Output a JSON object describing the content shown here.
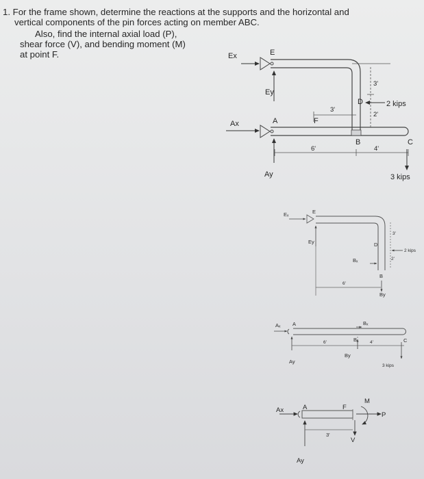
{
  "problem": {
    "line1": "1. For the frame shown, determine the reactions at the supports and the horizontal and",
    "line2": "vertical components of the pin forces acting on member ABC.",
    "line3": "Also, find the internal axial load (P),",
    "line4": "shear force (V), and bending moment (M)",
    "line5": "at point F."
  },
  "diagram1": {
    "ex": "Ex",
    "e": "E",
    "ey": "Ey",
    "ax": "Ax",
    "a": "A",
    "f": "F",
    "ay": "Ay",
    "d": "D",
    "b": "B",
    "c": "C",
    "dim_3_top": "3'",
    "dim_3_mid": "3'",
    "dim_2": "2'",
    "dim_6": "6'",
    "dim_4": "4'",
    "load_2": "2 kips",
    "load_3": "3 kips"
  },
  "diagram2": {
    "ex": "Eₓ",
    "e": "E",
    "ey": "Ey",
    "bx": "Bₓ",
    "d": "D",
    "b": "B",
    "by": "By",
    "dim_3": "3'",
    "dim_2": "2'",
    "dim_6": "6'",
    "load_2": "2 kips"
  },
  "diagram3": {
    "ax": "Aₓ",
    "a": "A",
    "ay": "Ay",
    "bx": "Bₓ",
    "b": "B",
    "by": "By",
    "c": "C",
    "dim_6": "6'",
    "dim_4": "4'",
    "load_3": "3 kips"
  },
  "diagram4": {
    "ax": "Ax",
    "a": "A",
    "f": "F",
    "m": "M",
    "p": "P",
    "v": "V",
    "ay": "Ay",
    "dim_3": "3'"
  }
}
